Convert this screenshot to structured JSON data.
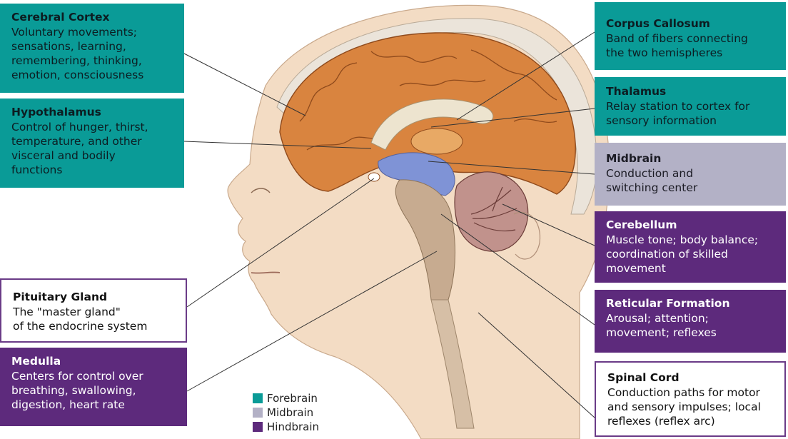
{
  "labels": {
    "cerebral_cortex": {
      "title": "Cerebral Cortex",
      "desc": "Voluntary movements;\nsensations, learning,\nremembering, thinking,\nemotion, consciousness"
    },
    "hypothalamus": {
      "title": "Hypothalamus",
      "desc": "Control of hunger, thirst,\ntemperature, and other\nvisceral and bodily\nfunctions"
    },
    "pituitary_gland": {
      "title": "Pituitary Gland",
      "desc": "The \"master gland\"\nof the endocrine system"
    },
    "medulla": {
      "title": "Medulla",
      "desc": "Centers for control over\nbreathing, swallowing,\ndigestion, heart rate"
    },
    "corpus_callosum": {
      "title": "Corpus Callosum",
      "desc": "Band of fibers connecting\nthe two hemispheres"
    },
    "thalamus": {
      "title": "Thalamus",
      "desc": "Relay station to cortex for\nsensory information"
    },
    "midbrain": {
      "title": "Midbrain",
      "desc": "Conduction and\nswitching center"
    },
    "cerebellum": {
      "title": "Cerebellum",
      "desc": "Muscle tone; body balance;\ncoordination of skilled\nmovement"
    },
    "reticular_formation": {
      "title": "Reticular Formation",
      "desc": "Arousal; attention;\nmovement; reflexes"
    },
    "spinal_cord": {
      "title": "Spinal Cord",
      "desc": "Conduction paths for motor\nand sensory impulses; local\nreflexes (reflex arc)"
    }
  },
  "legend": [
    {
      "label": "Forebrain",
      "color": "#0a9b97"
    },
    {
      "label": "Midbrain",
      "color": "#b3b1c6"
    },
    {
      "label": "Hindbrain",
      "color": "#5d2a7c"
    }
  ],
  "colors": {
    "forebrain": "#0a9b97",
    "midbrain": "#b3b1c6",
    "hindbrain": "#5d2a7c",
    "skin": "#f3dcc4",
    "cortex": "#d9843f",
    "brainstem": "#c7ab90",
    "midbrain_region": "#7f93d6",
    "cerebellum": "#c1928c"
  }
}
